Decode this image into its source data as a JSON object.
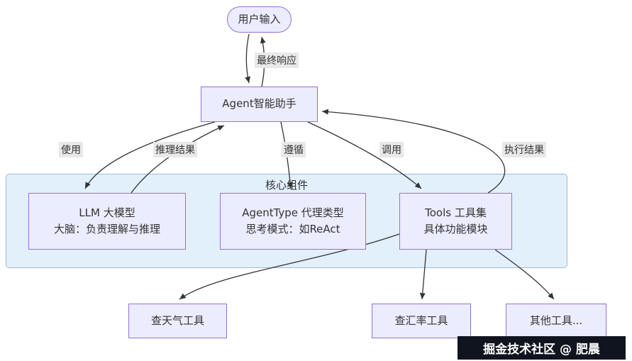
{
  "diagram": {
    "nodes": {
      "user_input": {
        "label": "用户输入"
      },
      "agent": {
        "label": "Agent智能助手"
      },
      "llm": {
        "line1": "LLM 大模型",
        "line2": "大脑：负责理解与推理"
      },
      "agent_type": {
        "line1": "AgentType 代理类型",
        "line2": "思考模式：如ReAct"
      },
      "tools": {
        "line1": "Tools 工具集",
        "line2": "具体功能模块"
      },
      "weather_tool": {
        "label": "查天气工具"
      },
      "exchange_tool": {
        "label": "查汇率工具"
      },
      "other_tools": {
        "label": "其他工具..."
      }
    },
    "container": {
      "label": "核心组件"
    },
    "edge_labels": {
      "final_response": "最终响应",
      "use": "使用",
      "reasoning_result": "推理结果",
      "follow": "遵循",
      "call": "调用",
      "execution_result": "执行结果"
    },
    "colors": {
      "node_fill": "#ECECFF",
      "node_border": "#9370DB",
      "container_fill": "#E2F0FC",
      "container_border": "#9DB9D5",
      "edge_label_bg": "#E8E8E8",
      "edge_line": "#333333",
      "watermark_bg": "#10141F",
      "watermark_text": "#FFFFFF"
    }
  },
  "watermark": {
    "text": "掘金技术社区 @ 肥晨"
  }
}
